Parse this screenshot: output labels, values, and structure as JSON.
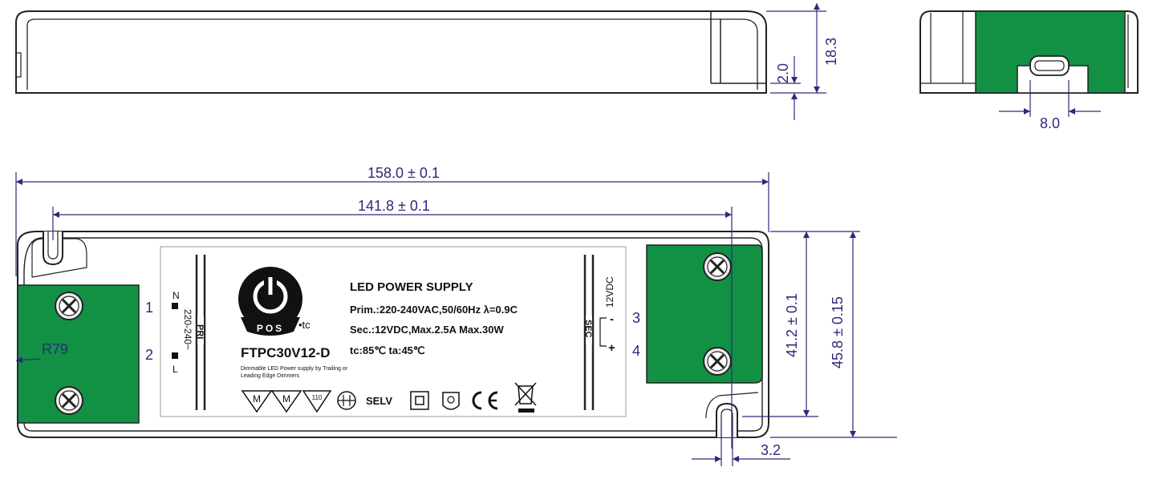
{
  "colors": {
    "terminal_green": "#129145",
    "dimension": "#2e2a7a",
    "outline": "#222222"
  },
  "dimensions": {
    "height_total": "18.3",
    "base_offset": "2.0",
    "slot_width": "8.0",
    "length_total": "158.0 ± 0.1",
    "hole_spacing": "141.8 ± 0.1",
    "width_inner": "41.2 ± 0.1",
    "width_total": "45.8 ± 0.15",
    "slot_diameter": "3.2",
    "radius": "R79"
  },
  "label": {
    "logo_text": "POS",
    "tc_mark": "•tc",
    "title": "LED POWER SUPPLY",
    "prim": "Prim.:220-240VAC,50/60Hz λ=0.9C",
    "sec": "Sec.:12VDC,Max.2.5A  Max.30W",
    "temps": "tc:85℃   ta:45℃",
    "model": "FTPC30V12-D",
    "desc_line1": "Dimmable LED Power supply by Trailing or",
    "desc_line2": "Leading Edge Dimmers",
    "pri_tag": "PRI",
    "voltage_input": "220-240~",
    "n_label": "N",
    "l_label": "L",
    "sec_tag": "SEC",
    "voltage_output": "12VDC",
    "minus": "-",
    "plus": "+",
    "m_mark": "M",
    "mark_110": "110",
    "selv": "SELV"
  },
  "terminals": {
    "t1": "1",
    "t2": "2",
    "t3": "3",
    "t4": "4"
  }
}
